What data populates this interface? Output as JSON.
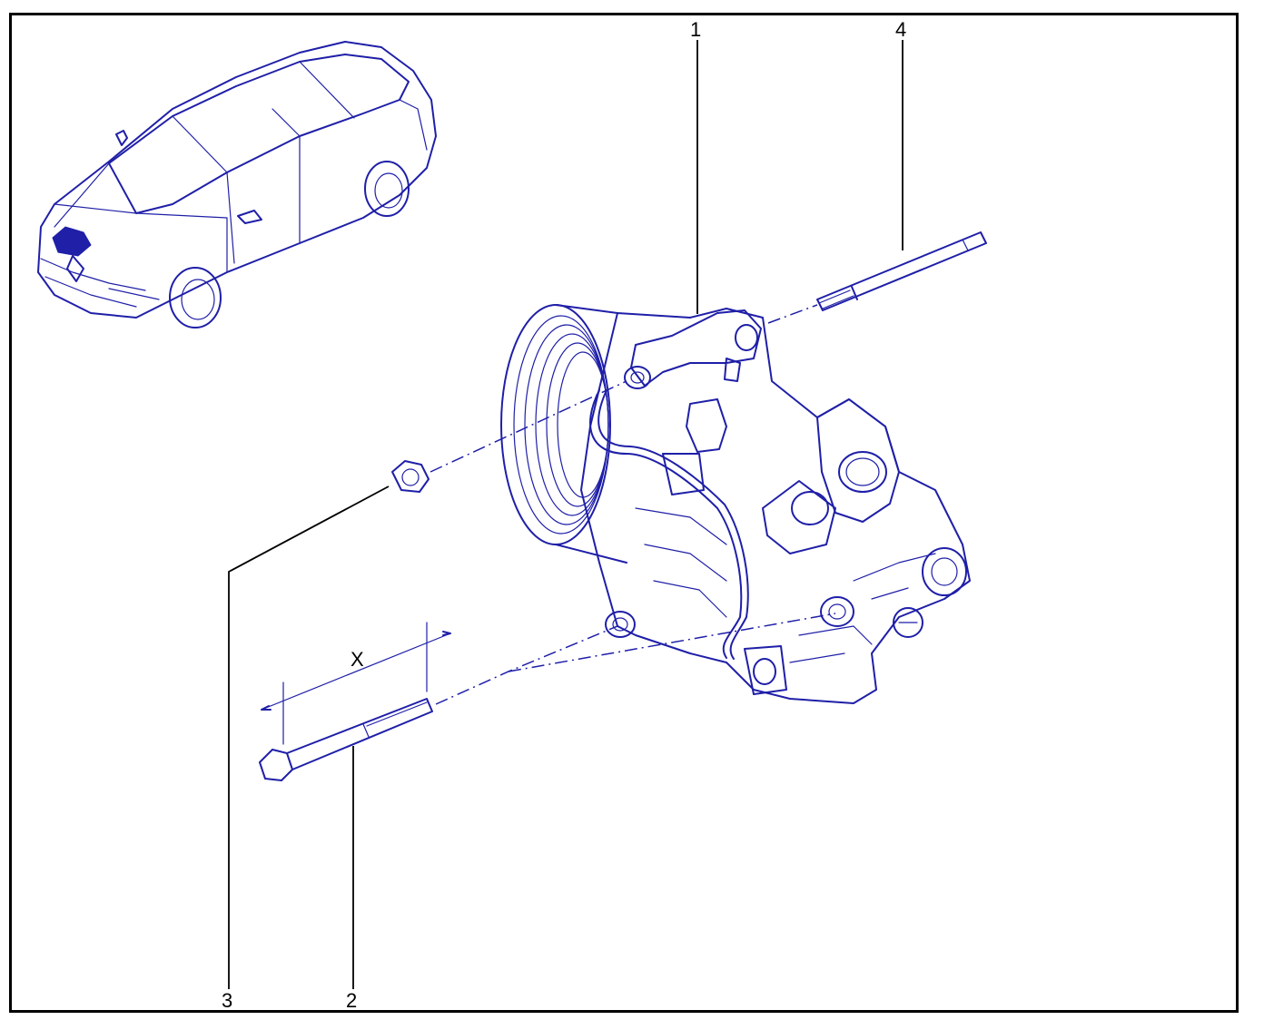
{
  "callouts": {
    "part_1": "1",
    "part_2": "2",
    "part_3": "3",
    "part_4": "4"
  },
  "dimension": {
    "label": "X"
  },
  "colors": {
    "line": "#1f1fa8",
    "frame": "#000000",
    "background": "#ffffff"
  },
  "icons": {
    "vehicle": "car-locator-icon",
    "compressor": "ac-compressor-icon",
    "bolt": "bolt-icon",
    "nut": "nut-icon",
    "stud": "stud-icon"
  }
}
